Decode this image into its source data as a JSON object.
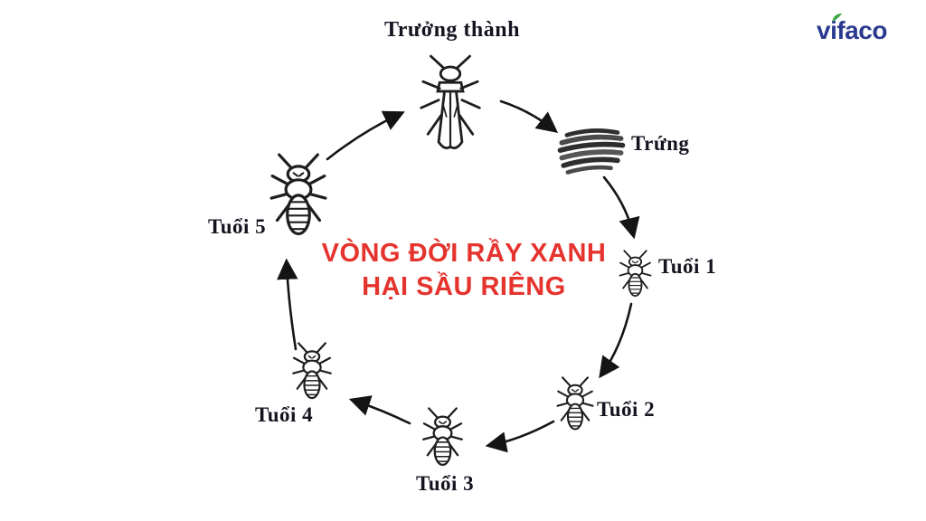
{
  "logo": {
    "text": "vifaco",
    "accent_icon": "leaf-icon",
    "color_navy": "#2b3a8f",
    "color_green": "#3ba648"
  },
  "title": {
    "line1": "VÒNG ĐỜI RẦY XANH",
    "line2": "HẠI SẦU RIÊNG",
    "color": "#e5332d"
  },
  "cycle": {
    "stages": [
      {
        "id": "adult",
        "label": "Trưởng thành",
        "illustration": "adult-leafhopper"
      },
      {
        "id": "eggs",
        "label": "Trứng",
        "illustration": "egg-mass-scribble"
      },
      {
        "id": "instar1",
        "label": "Tuổi 1",
        "illustration": "nymph-small"
      },
      {
        "id": "instar2",
        "label": "Tuổi 2",
        "illustration": "nymph"
      },
      {
        "id": "instar3",
        "label": "Tuổi 3",
        "illustration": "nymph"
      },
      {
        "id": "instar4",
        "label": "Tuổi 4",
        "illustration": "nymph"
      },
      {
        "id": "instar5",
        "label": "Tuổi 5",
        "illustration": "nymph-large"
      }
    ]
  }
}
